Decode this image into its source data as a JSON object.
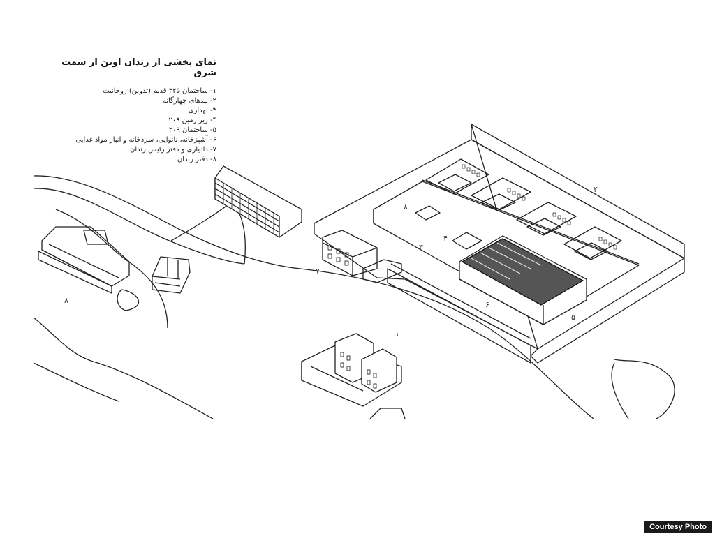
{
  "title": "نمای بخشی از زندان اوین از سمت شرق",
  "legend": [
    "۱- ساختمان ۳۲۵ قدیم (تدوین) روحانیت",
    "۲- بندهای چهارگانه",
    "۳- بهداری",
    "۴- زیر زمین ۲۰۹",
    "۵- ساختمان ۲۰۹",
    "۶- آشپزخانه، نانوایی، سردخانه و انبار مواد غذایی",
    "۷- دادیاری و دفتر رئیس زندان",
    "۸- دفتر زندان"
  ],
  "map_numbers": [
    "۱",
    "۲",
    "۳",
    "۴",
    "۵",
    "۶",
    "۷",
    "۸",
    "۸"
  ],
  "credit": "Courtesy Photo"
}
